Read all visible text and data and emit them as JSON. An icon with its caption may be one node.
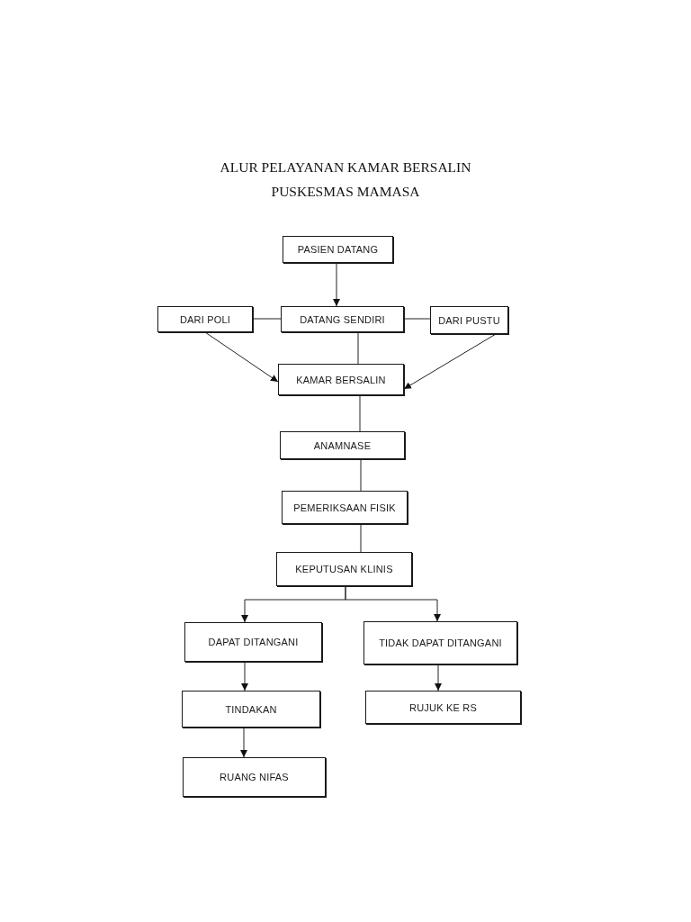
{
  "diagram": {
    "title": "ALUR PELAYANAN KAMAR BERSALIN PUSKESMAS MAMASA",
    "nodes": [
      {
        "text": [
          "PASIEN DATANG"
        ]
      },
      {
        "text": [
          "DARI POLI"
        ]
      },
      {
        "text": [
          "DATANG SENDIRI"
        ]
      },
      {
        "text": [
          "DARI PUSTU"
        ]
      },
      {
        "text": [
          "KAMAR BERSALIN"
        ]
      },
      {
        "text": [
          "ANAMNASE"
        ]
      },
      {
        "text": [
          "PEMERIKSAAN FISIK"
        ]
      },
      {
        "text": [
          "KEPUTUSAN KLINIS"
        ]
      },
      {
        "text": [
          "DAPAT DITANGANI"
        ]
      },
      {
        "text": [
          "TIDAK DAPAT DITANGANI"
        ]
      },
      {
        "text": [
          "TINDAKAN"
        ]
      },
      {
        "text": [
          "RUJUK KE RS"
        ]
      },
      {
        "text": [
          "RUANG NIFAS"
        ]
      }
    ],
    "edges": [
      {
        "from": 0,
        "to": 2,
        "arrow": "to"
      },
      {
        "from": 1,
        "to": 2,
        "arrow": "none"
      },
      {
        "from": 2,
        "to": 3,
        "arrow": "none"
      },
      {
        "from": 2,
        "to": 4,
        "arrow": "none"
      },
      {
        "from": 1,
        "to": 4,
        "arrow": "to"
      },
      {
        "from": 3,
        "to": 4,
        "arrow": "to"
      },
      {
        "from": 4,
        "to": 5,
        "arrow": "none"
      },
      {
        "from": 5,
        "to": 6,
        "arrow": "none"
      },
      {
        "from": 6,
        "to": 7,
        "arrow": "none"
      },
      {
        "from": 7,
        "to": 8,
        "arrow": "to"
      },
      {
        "from": 7,
        "to": 9,
        "arrow": "to"
      },
      {
        "from": 8,
        "to": 10,
        "arrow": "to"
      },
      {
        "from": 10,
        "to": 12,
        "arrow": "to"
      },
      {
        "from": 9,
        "to": 11,
        "arrow": "to"
      }
    ]
  }
}
